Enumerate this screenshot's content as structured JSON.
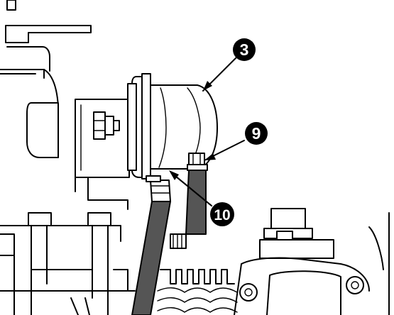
{
  "callouts": [
    {
      "id": "3",
      "label": "3"
    },
    {
      "id": "9",
      "label": "9"
    },
    {
      "id": "10",
      "label": "10"
    }
  ],
  "colors": {
    "line": "#000000",
    "background": "#ffffff",
    "hose": "#555555",
    "callout_fill": "#000000",
    "callout_text": "#ffffff"
  }
}
